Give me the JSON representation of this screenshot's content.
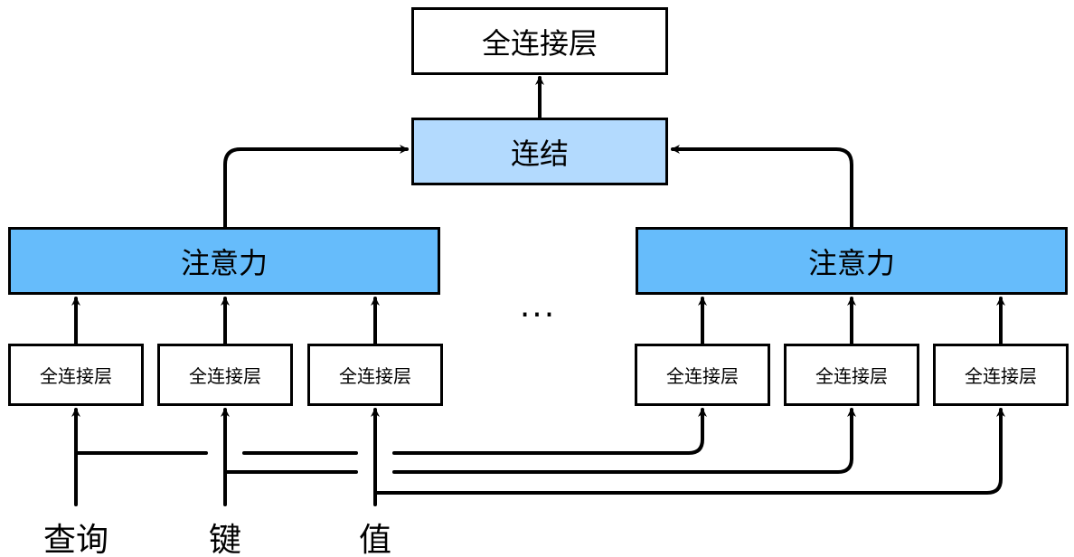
{
  "diagram": {
    "top_fc_label": "全连接层",
    "concat_label": "连结",
    "attention_left_label": "注意力",
    "attention_right_label": "注意力",
    "fc_labels": [
      "全连接层",
      "全连接层",
      "全连接层",
      "全连接层",
      "全连接层",
      "全连接层"
    ],
    "ellipsis": "...",
    "inputs": {
      "query": "查询",
      "key": "键",
      "value": "值"
    }
  },
  "colors": {
    "concat_fill": "#b3dafe",
    "attention_fill": "#66bcfb",
    "stroke": "#000000"
  }
}
